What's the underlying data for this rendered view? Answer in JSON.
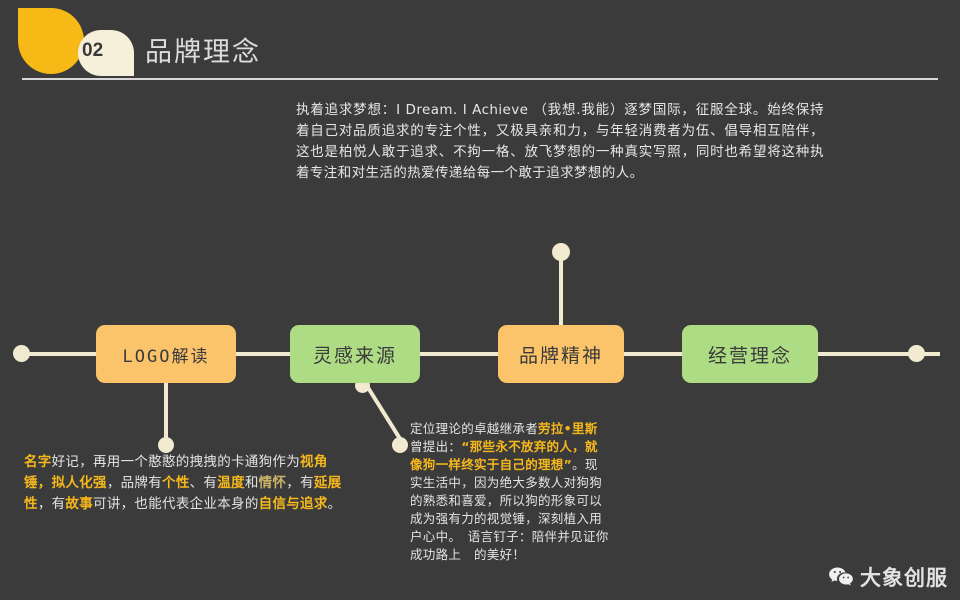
{
  "header": {
    "number": "02",
    "title": "品牌理念",
    "accent_yellow": "#F6B915",
    "accent_cream": "#F6EFD9"
  },
  "intro": {
    "paragraph": "执着追求梦想：I Dream. I Achieve （我想.我能）逐梦国际，征服全球。始终保持着自己对品质追求的专注个性，又极具亲和力，与年轻消费者为伍、倡导相互陪伴，这也是柏悦人敢于追求、不拘一格、放飞梦想的一种真实写照，同时也希望将这种执着专注和对生活的热爱传递给每一个敢于追求梦想的人。"
  },
  "timeline": {
    "line_color": "#F2EAD0",
    "nodes": [
      {
        "label": "LOGO解读",
        "color": "#FBC46B",
        "style": "orange"
      },
      {
        "label": "灵感来源",
        "color": "#ADDC84",
        "style": "green"
      },
      {
        "label": "品牌精神",
        "color": "#FBC46B",
        "style": "orange"
      },
      {
        "label": "经营理念",
        "color": "#ADDC84",
        "style": "green"
      }
    ]
  },
  "notes": {
    "logo_note": {
      "segments": [
        {
          "text": "名字",
          "highlight": "strong"
        },
        {
          "text": "好记，再用一个憨憨的拽拽的卡通狗作为",
          "highlight": "none"
        },
        {
          "text": "视角锤，拟人化强",
          "highlight": "strong"
        },
        {
          "text": "，品牌有",
          "highlight": "none"
        },
        {
          "text": "个性",
          "highlight": "strong"
        },
        {
          "text": "、有",
          "highlight": "none"
        },
        {
          "text": "温度",
          "highlight": "strong"
        },
        {
          "text": "和",
          "highlight": "none"
        },
        {
          "text": "情怀",
          "highlight": "dim"
        },
        {
          "text": "，有",
          "highlight": "none"
        },
        {
          "text": "延展性",
          "highlight": "strong"
        },
        {
          "text": "，有",
          "highlight": "none"
        },
        {
          "text": "故事",
          "highlight": "strong"
        },
        {
          "text": "可讲，也能代表企业本身的",
          "highlight": "none"
        },
        {
          "text": "自信与追求",
          "highlight": "strong"
        },
        {
          "text": "。",
          "highlight": "none"
        }
      ]
    },
    "inspiration_note": {
      "segments": [
        {
          "text": "定位理论的卓越继承者",
          "highlight": "none"
        },
        {
          "text": "劳拉•里斯",
          "highlight": "strong"
        },
        {
          "text": "曾提出：",
          "highlight": "none"
        },
        {
          "text": "“那些永不放弃的人，就像狗一样终实于自己的理想”",
          "highlight": "strong"
        },
        {
          "text": "。现实生活中，因为绝大多数人对狗狗的熟悉和喜爱，所以狗的形象可以成为强有力的视觉锤，深刻植入用户心中。　语言钉子：陪伴并见证你成功路上　的美好！",
          "highlight": "none"
        }
      ]
    }
  },
  "watermark": {
    "text": "大象创服",
    "icon": "wechat-icon"
  },
  "colors": {
    "background": "#3b3b3b",
    "highlight": "#F5B81C",
    "highlight_dim": "#C9B469",
    "text": "#e3e3e3"
  }
}
